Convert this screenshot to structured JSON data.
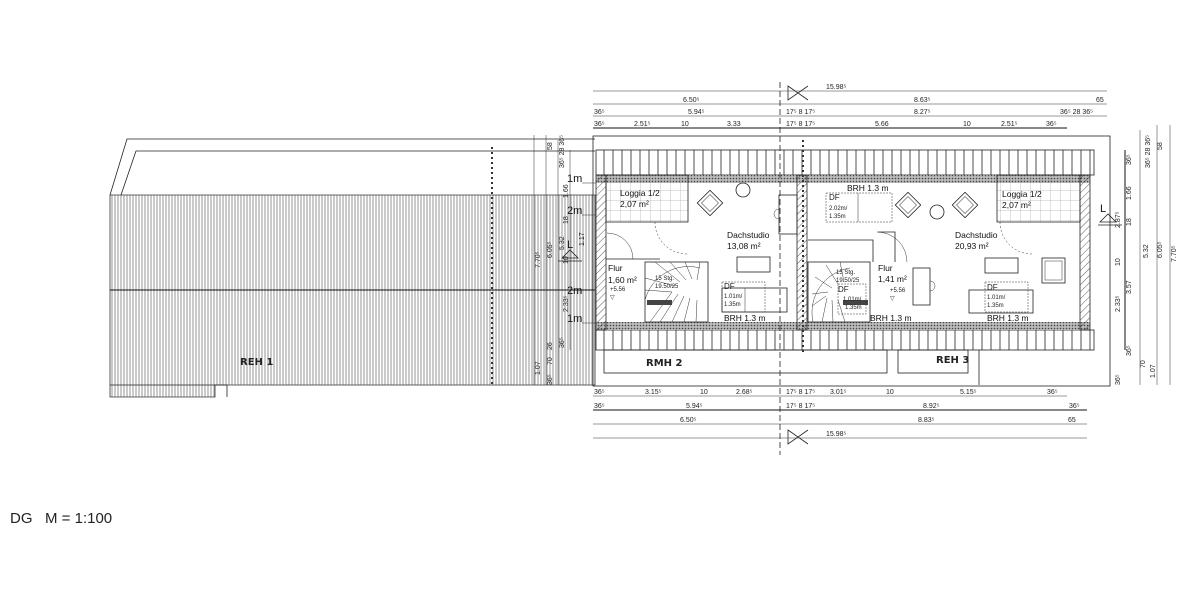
{
  "footer": {
    "level": "DG",
    "scale": "M = 1:100"
  },
  "units": {
    "left": "REH 1",
    "middle": "RMH 2",
    "right": "REH 3"
  },
  "section_mark": "L",
  "height_markers": [
    "1m",
    "2m",
    "2m",
    "1m"
  ],
  "rooms": {
    "left": {
      "loggia_name": "Loggia 1/2",
      "loggia_area": "2,07 m²",
      "studio_name": "Dachstudio",
      "studio_area": "13,08 m²",
      "hall_name": "Flur",
      "hall_area": "1,60 m²",
      "hall_level": "+5.56",
      "hall_level_symbol": "▽",
      "stair_steps": "15 Stg.",
      "stair_size": "19.50/25",
      "window_label": "DF",
      "window_width": "1.01m/",
      "window_height": "1.35m",
      "sill_height": "BRH 1.3 m"
    },
    "right": {
      "top_sill_height": "BRH 1.3 m",
      "top_window_label": "DF",
      "top_window_width": "2.02m/",
      "top_window_height": "1.35m",
      "loggia_name": "Loggia 1/2",
      "loggia_area": "2,07 m²",
      "studio_name": "Dachstudio",
      "studio_area": "20,93 m²",
      "hall_name": "Flur",
      "hall_area": "1,41 m²",
      "hall_level": "+5.56",
      "hall_level_symbol": "▽",
      "stair_steps": "15 Stg.",
      "stair_size": "19.50/25",
      "hall_window_label": "DF",
      "hall_window_width": "1.01m/",
      "hall_window_height": "1.35m",
      "hall_sill_height": "BRH 1.3 m",
      "window_label": "DF",
      "window_width": "1.01m/",
      "window_height": "1.35m",
      "sill_height": "BRH 1.3 m"
    }
  },
  "dimensions": {
    "top": [
      "15.98⁵",
      "6.50⁵",
      "8.63⁵",
      "65",
      "36⁵",
      "5.94⁵",
      "17⁵ 8 17⁵",
      "8.27⁵",
      "36⁵ 28 36⁵",
      "36⁵",
      "2.51⁵",
      "10",
      "3.33",
      "17⁵ 8 17⁵",
      "5.66",
      "10",
      "2.51⁵",
      "36⁵"
    ],
    "bottom": [
      "36⁵",
      "3.15⁵",
      "10",
      "2.68⁵",
      "17⁵ 8 17⁵",
      "3.01⁵",
      "10",
      "5.15⁵",
      "36⁵",
      "36⁵",
      "5.94⁵",
      "17⁵ 8 17⁵",
      "8.92⁵",
      "36⁵",
      "6.50⁵",
      "8.83⁵",
      "65",
      "15.98⁵"
    ],
    "left": [
      "7.70⁵",
      "6.05⁵",
      "5.32",
      "58",
      "36⁵ 28 36⁵",
      "1.66",
      "18",
      "1.17",
      "10",
      "2.33⁵",
      "36⁵",
      "26",
      "70",
      "1.07",
      "36⁵"
    ],
    "right": [
      "36⁵",
      "1.66",
      "18",
      "10",
      "3.57",
      "36⁵",
      "2.87⁵",
      "2.33⁵",
      "70",
      "36⁵",
      "5.32",
      "1.07",
      "58",
      "6.05⁵",
      "7.70⁵",
      "36⁵ 28 36⁵"
    ]
  },
  "colors": {
    "line": "#222222",
    "hatch": "#555555",
    "background": "#ffffff"
  }
}
